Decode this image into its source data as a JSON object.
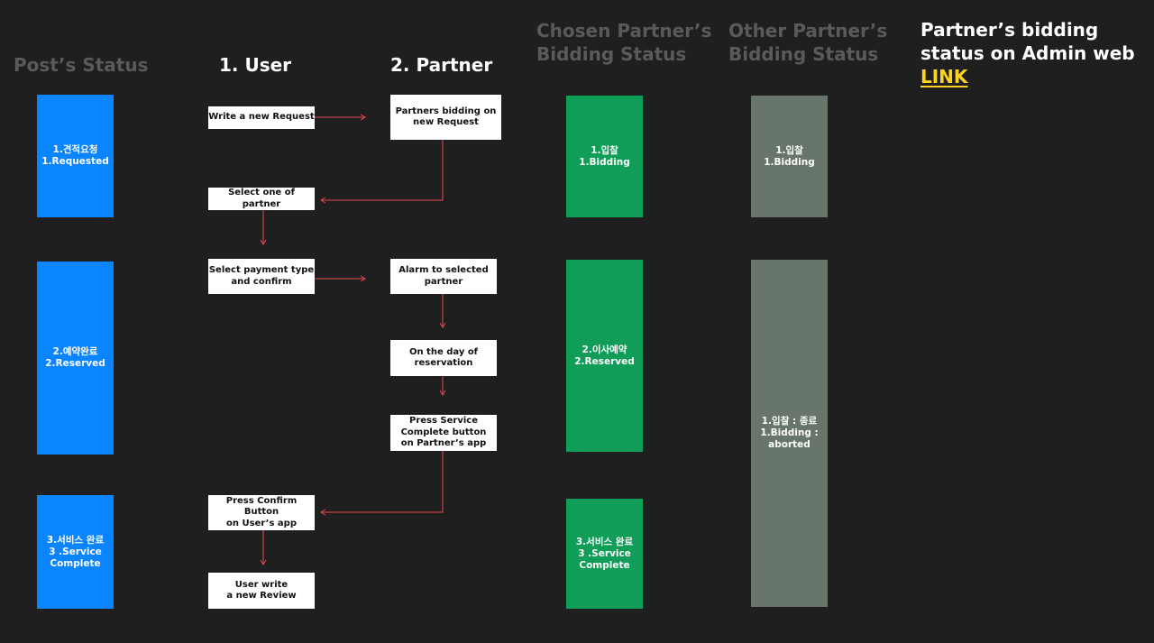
{
  "headers": {
    "post_status": "Post’s Status",
    "user": "1. User",
    "partner": "2. Partner",
    "chosen": [
      "Chosen Partner’s",
      "Bidding Status"
    ],
    "other": [
      "Other Partner’s",
      "Bidding Status"
    ],
    "admin": [
      "Partner’s bidding",
      "status on Admin web"
    ],
    "admin_link": "LINK"
  },
  "post_status": [
    [
      "1.견적요청",
      "1.Requested"
    ],
    [
      "2.예약완료",
      "2.Reserved"
    ],
    [
      "3.서비스 완료",
      "3 .Service",
      "Complete"
    ]
  ],
  "user_steps": [
    [
      "Write a new Request"
    ],
    [
      "Select one of partner"
    ],
    [
      "Select payment type",
      "and confirm"
    ],
    [
      "Press Confirm Button",
      "on User’s app"
    ],
    [
      "User write",
      "a new Review"
    ]
  ],
  "partner_steps": [
    [
      "Partners bidding on",
      "new Request"
    ],
    [
      "Alarm to selected",
      "partner"
    ],
    [
      "On the day of",
      "reservation"
    ],
    [
      "Press Service",
      "Complete button",
      "on Partner’s app"
    ]
  ],
  "chosen_status": [
    [
      "1.입찰",
      "1.Bidding"
    ],
    [
      "2.이사예약",
      "2.Reserved"
    ],
    [
      "3.서비스 완료",
      "3 .Service",
      "Complete"
    ]
  ],
  "other_status": [
    [
      "1.입찰",
      "1.Bidding"
    ],
    [
      "1.입찰 : 종료",
      "1.Bidding :",
      "aborted"
    ]
  ],
  "colors": {
    "background": "#1f1f1f",
    "post_status": "#0a84ff",
    "chosen_status": "#0f9d58",
    "other_status": "#67756b",
    "arrow": "#e5484d",
    "link": "#ffd21f"
  }
}
